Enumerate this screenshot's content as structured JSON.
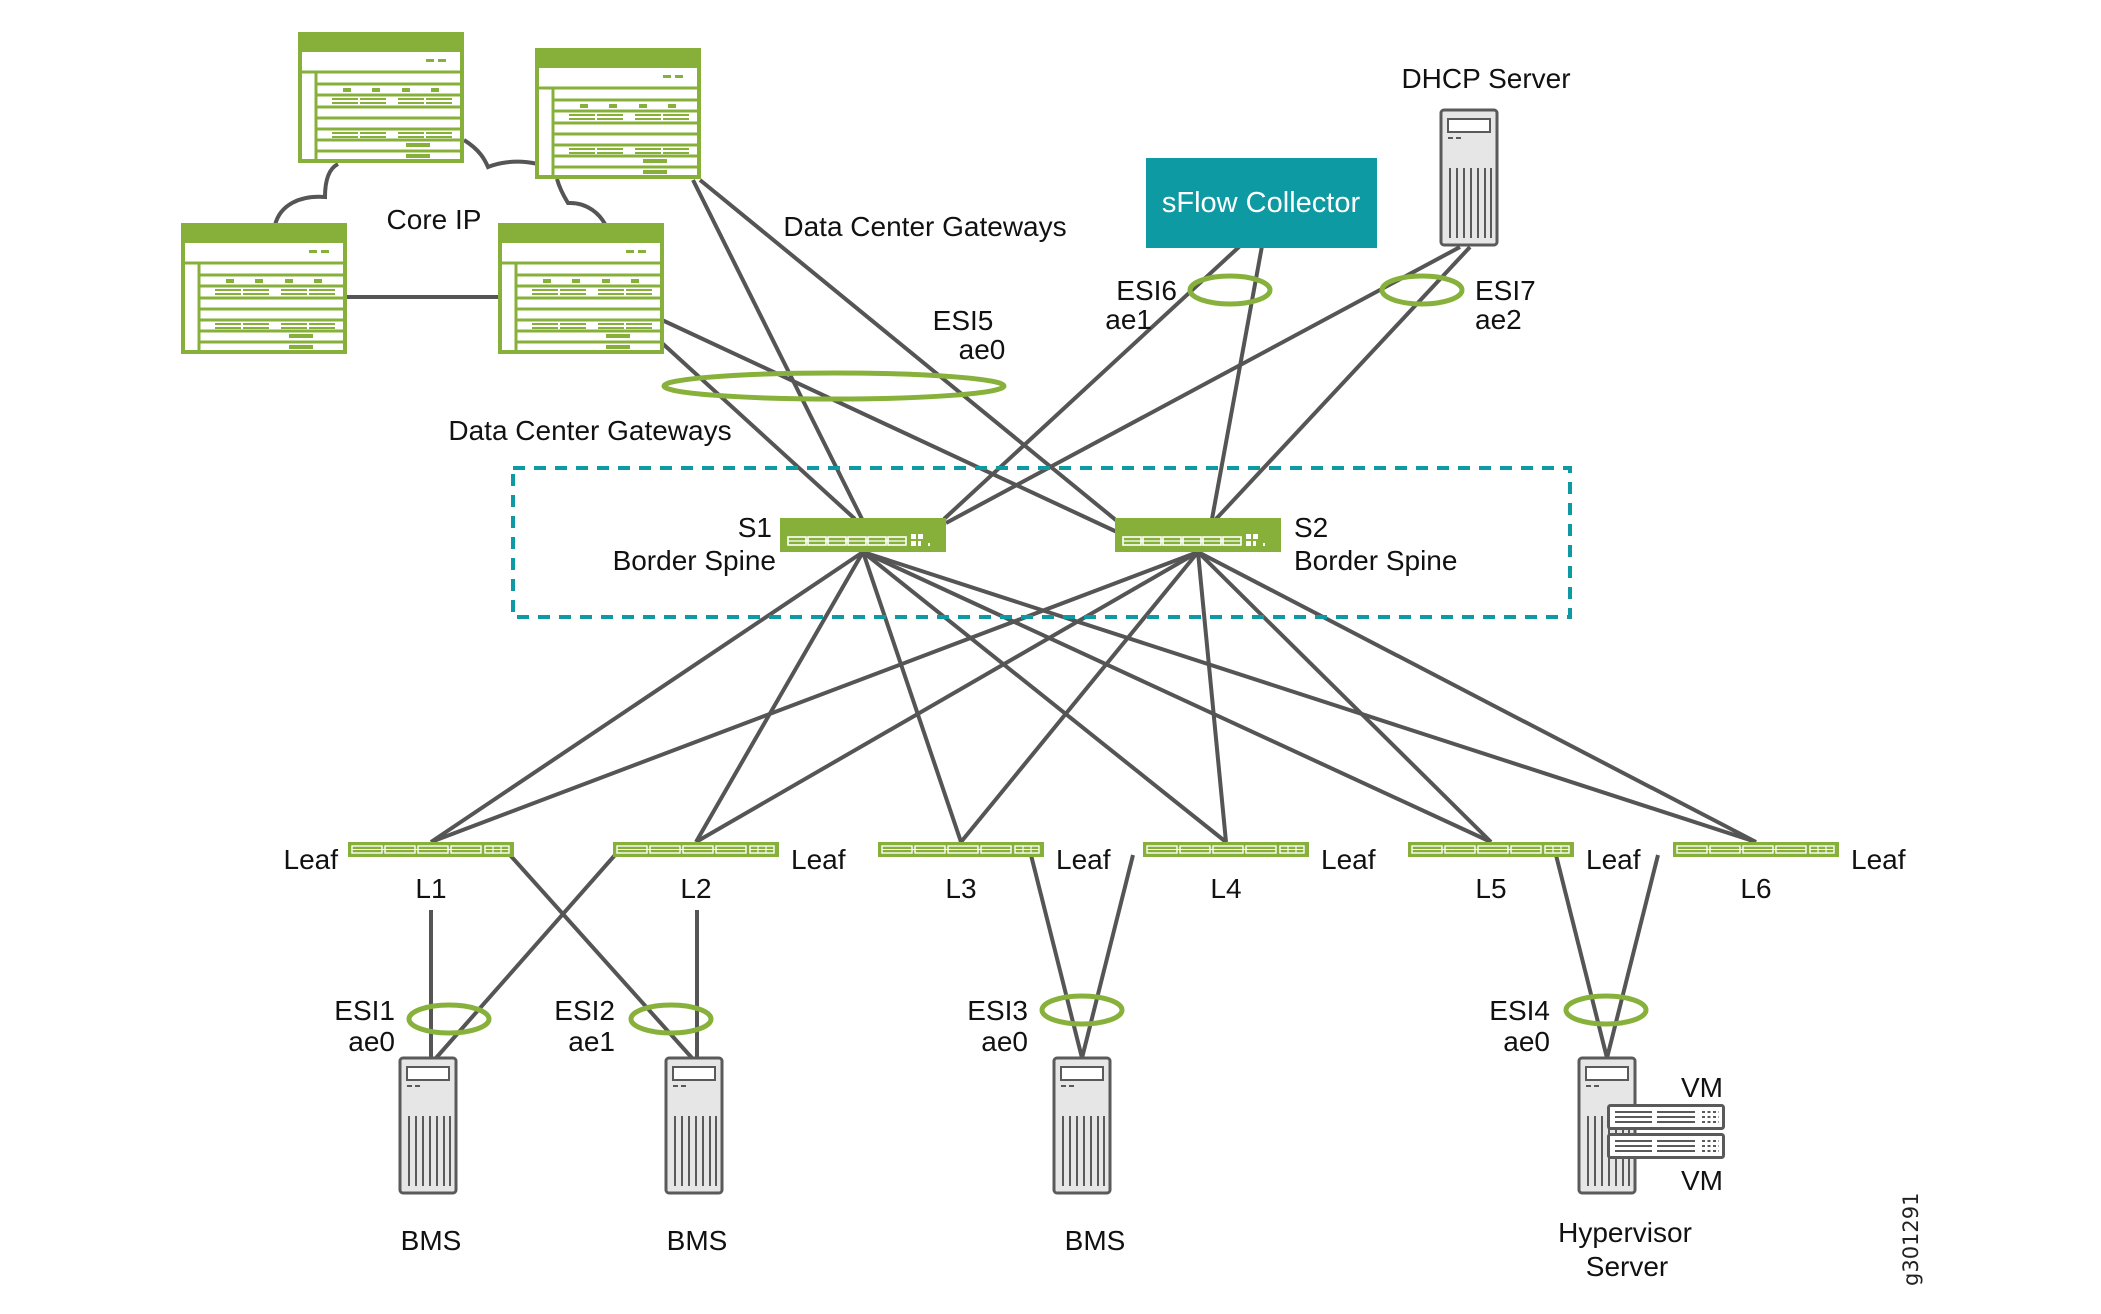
{
  "figure_id": "g301291",
  "colors": {
    "device_green": "#86b03a",
    "esi_ring_green": "#87b13b",
    "teal_accent": "#0d9aa3",
    "link_gray": "#555555",
    "server_fill": "#e6e6e6"
  },
  "core": {
    "cloud_label": "Core IP",
    "gateways_label_top": "Data Center Gateways",
    "gateways_label_bottom": "Data Center Gateways"
  },
  "esi_links": {
    "esi5": {
      "name": "ESI5",
      "iface": "ae0"
    },
    "esi6": {
      "name": "ESI6",
      "iface": "ae1"
    },
    "esi7": {
      "name": "ESI7",
      "iface": "ae2"
    },
    "esi1": {
      "name": "ESI1",
      "iface": "ae0"
    },
    "esi2": {
      "name": "ESI2",
      "iface": "ae1"
    },
    "esi3": {
      "name": "ESI3",
      "iface": "ae0"
    },
    "esi4": {
      "name": "ESI4",
      "iface": "ae0"
    }
  },
  "sflow": {
    "label": "sFlow Collector"
  },
  "dhcp": {
    "label": "DHCP Server"
  },
  "spines": [
    {
      "id": "S1",
      "role": "Border Spine"
    },
    {
      "id": "S2",
      "role": "Border Spine"
    }
  ],
  "leaves": [
    {
      "id": "L1",
      "role": "Leaf"
    },
    {
      "id": "L2",
      "role": "Leaf"
    },
    {
      "id": "L3",
      "role": "Leaf"
    },
    {
      "id": "L4",
      "role": "Leaf"
    },
    {
      "id": "L5",
      "role": "Leaf"
    },
    {
      "id": "L6",
      "role": "Leaf"
    }
  ],
  "endpoints": {
    "bms1": "BMS",
    "bms2": "BMS",
    "bms3": "BMS",
    "hypervisor_line1": "Hypervisor",
    "hypervisor_line2": "Server",
    "vm1": "VM",
    "vm2": "VM"
  }
}
